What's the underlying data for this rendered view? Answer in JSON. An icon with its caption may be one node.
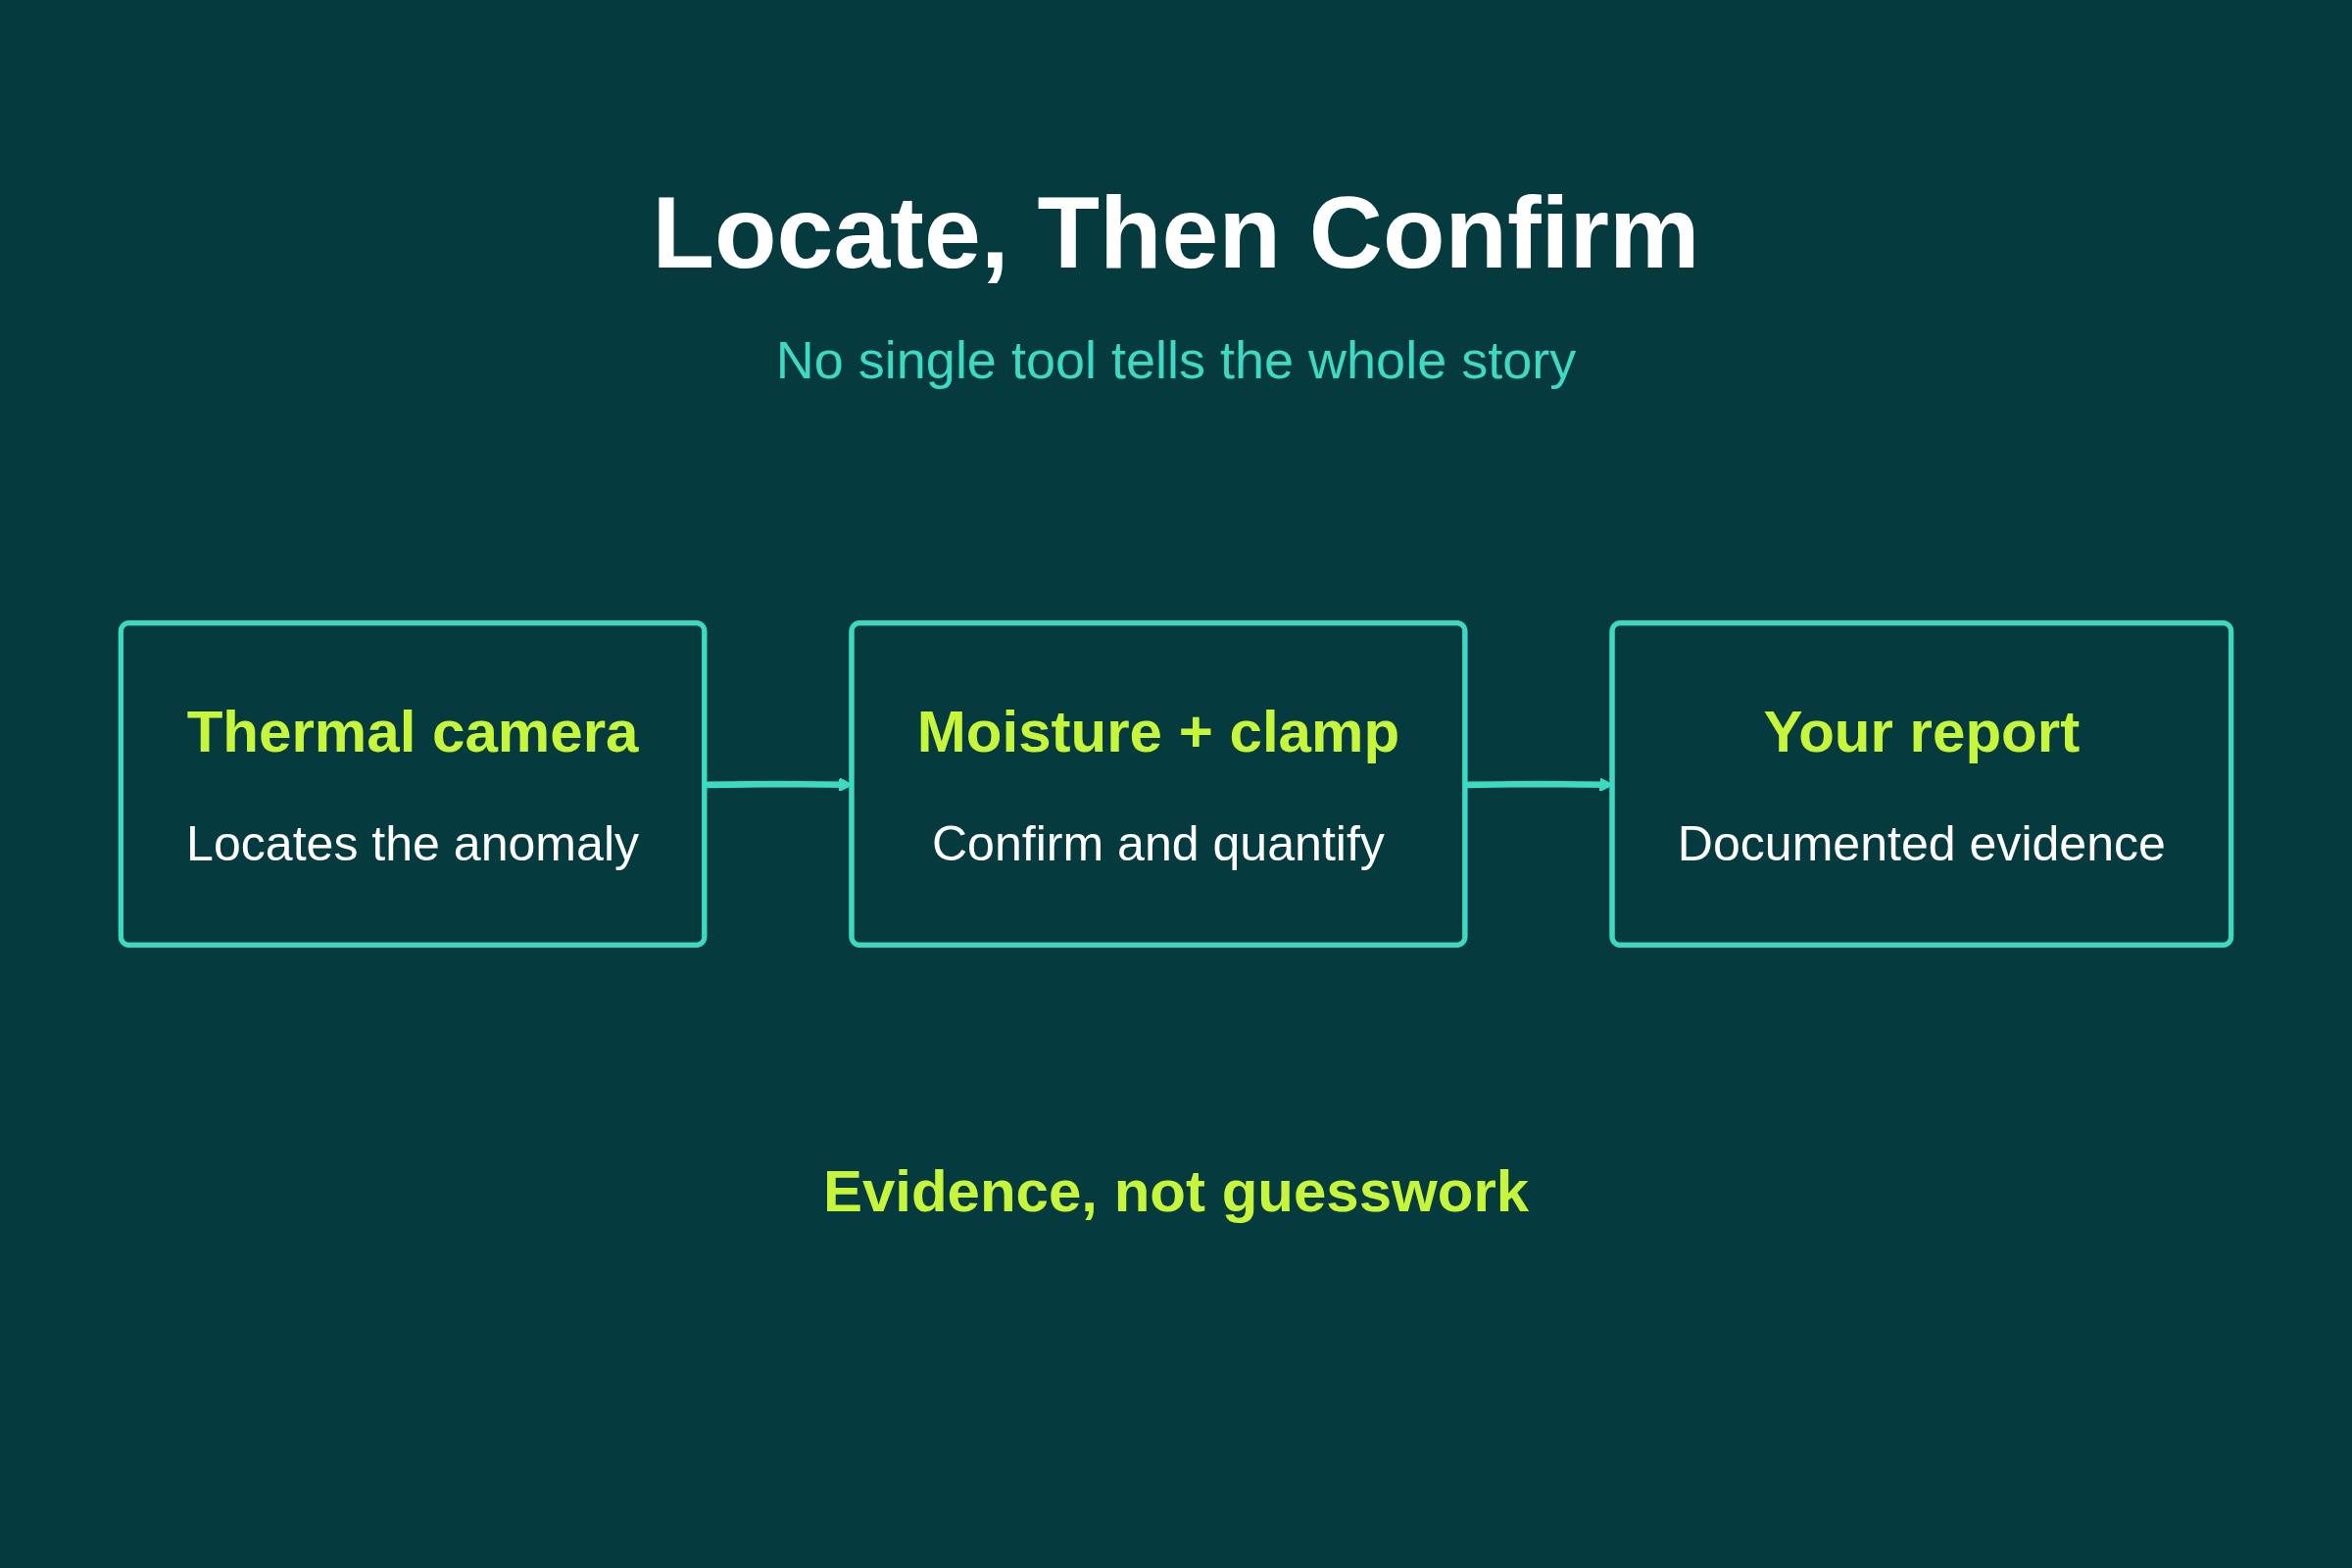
{
  "diagram": {
    "title": "Locate, Then Confirm",
    "caption": "Evidence, not guesswork",
    "nodes": [
      {
        "text": [
          "Thermal camera",
          "Locates the anomaly"
        ]
      },
      {
        "text": [
          "Moisture + clamp",
          "Confirm and quantify"
        ]
      },
      {
        "text": [
          "Your report",
          "Documented evidence"
        ]
      }
    ],
    "edges": [
      {
        "from": 0,
        "to": 1,
        "arrow": "to"
      },
      {
        "from": 1,
        "to": 2,
        "arrow": "to"
      }
    ],
    "labels": [
      "No single tool tells the whole story"
    ]
  }
}
